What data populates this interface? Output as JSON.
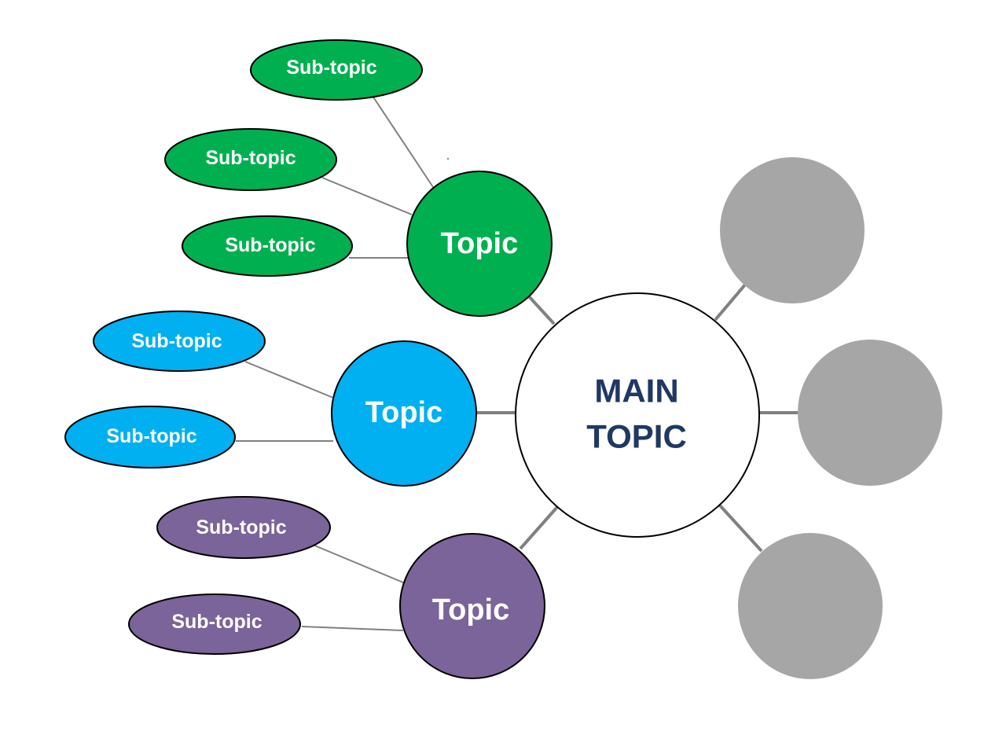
{
  "main_topic": {
    "label_line1": "MAIN",
    "label_line2": "TOPIC",
    "fill": "#ffffff",
    "text_color": "#1f3864"
  },
  "branches": [
    {
      "label": "Topic",
      "color": "#00b050",
      "subtopics": [
        "Sub-topic",
        "Sub-topic",
        "Sub-topic"
      ]
    },
    {
      "label": "Topic",
      "color": "#00b0f0",
      "subtopics": [
        "Sub-topic",
        "Sub-topic"
      ]
    },
    {
      "label": "Topic",
      "color": "#7a6499",
      "subtopics": [
        "Sub-topic",
        "Sub-topic"
      ]
    },
    {
      "label": "",
      "color": "#a6a6a6",
      "subtopics": []
    },
    {
      "label": "",
      "color": "#a6a6a6",
      "subtopics": []
    },
    {
      "label": "",
      "color": "#a6a6a6",
      "subtopics": []
    }
  ],
  "connector_color": "#808080",
  "outline_color": "#000000"
}
